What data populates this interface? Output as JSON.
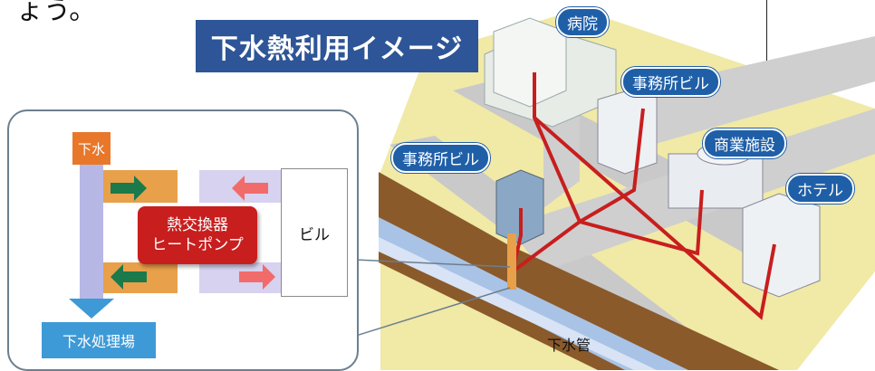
{
  "intro_text": "ょう。",
  "title": "下水熱利用イメージ",
  "city": {
    "labels": {
      "hospital": "病院",
      "office_top": "事務所ビル",
      "commercial": "商業施設",
      "office_left": "事務所ビル",
      "hotel": "ホテル"
    },
    "sewer_pipe": "下水管"
  },
  "inset": {
    "sewage": "下水",
    "heat_exchanger_line1": "熱交換器",
    "heat_exchanger_line2": "ヒートポンプ",
    "building": "ビル",
    "treatment_plant": "下水処理場"
  },
  "colors": {
    "title_bg": "#2e5597",
    "tag_bg": "#1f5fa8",
    "heat_arrow": "#c81e1e",
    "sewage_box": "#e8772a",
    "plant_box": "#3d9ad6"
  }
}
